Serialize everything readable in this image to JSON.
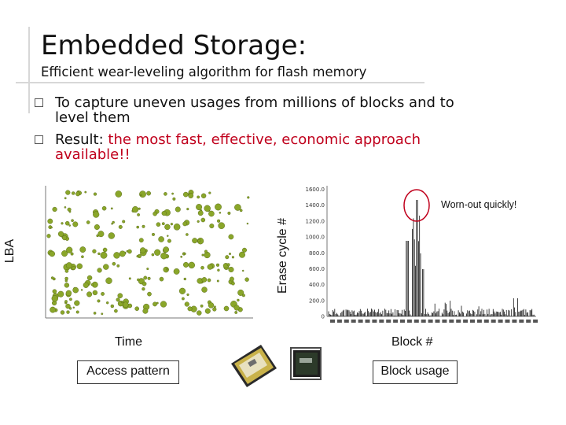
{
  "slide": {
    "title": "Embedded Storage:",
    "subtitle": "Efficient wear-leveling algorithm for flash memory",
    "bullets": [
      {
        "text_lines": [
          "To capture uneven usages from millions of blocks and to",
          "level them"
        ]
      },
      {
        "prefix": "Result: ",
        "highlight_lines": [
          "the most fast, effective, economic approach",
          "available!!"
        ]
      }
    ]
  },
  "left_plot": {
    "ylabel": "LBA",
    "xlabel": "Time",
    "caption": "Access pattern",
    "marker_color": "#8aa62a"
  },
  "right_plot": {
    "ylabel": "Erase cycle #",
    "xlabel": "Block #",
    "caption": "Block usage",
    "annotation": "Worn-out quickly!",
    "y_ticks": [
      "1600.0",
      "1400.0",
      "1200.0",
      "1000.0",
      "800.0",
      "600.0",
      "400.0",
      "200.0",
      "0"
    ],
    "highlight_color": "#c0001c"
  },
  "images": [
    {
      "name": "memory-card-image"
    },
    {
      "name": "flash-chip-image"
    }
  ]
}
